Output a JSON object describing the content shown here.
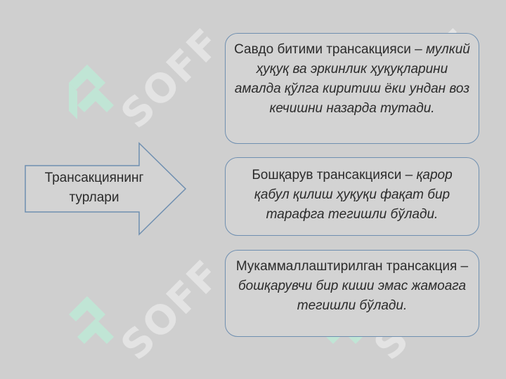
{
  "diagram": {
    "source": "Трансакциянинг турлари",
    "items": [
      {
        "term": "Савдо битими трансакцияси",
        "dash": " – ",
        "definition": "мулкий ҳуқуқ ва эркинлик ҳуқуқларини амалда қўлга киритиш ёки ундан воз кечишни назарда тутади."
      },
      {
        "term": "Бошқарув трансакцияси",
        "dash": " – ",
        "definition": "қарор қабул қилиш ҳуқуқи фақат бир тарафга тегишли бўлади."
      },
      {
        "term": "Мукаммаллаштирилган трансакция",
        "dash": " – ",
        "definition": "бошқарувчи бир киши эмас жамоага тегишли бўлади."
      }
    ]
  },
  "watermark": {
    "text": "SOFF",
    "color": "#e3e3e3",
    "accent": "#bfe8d6"
  },
  "colors": {
    "background": "#cfcfcf",
    "border": "#6f8fb0"
  }
}
